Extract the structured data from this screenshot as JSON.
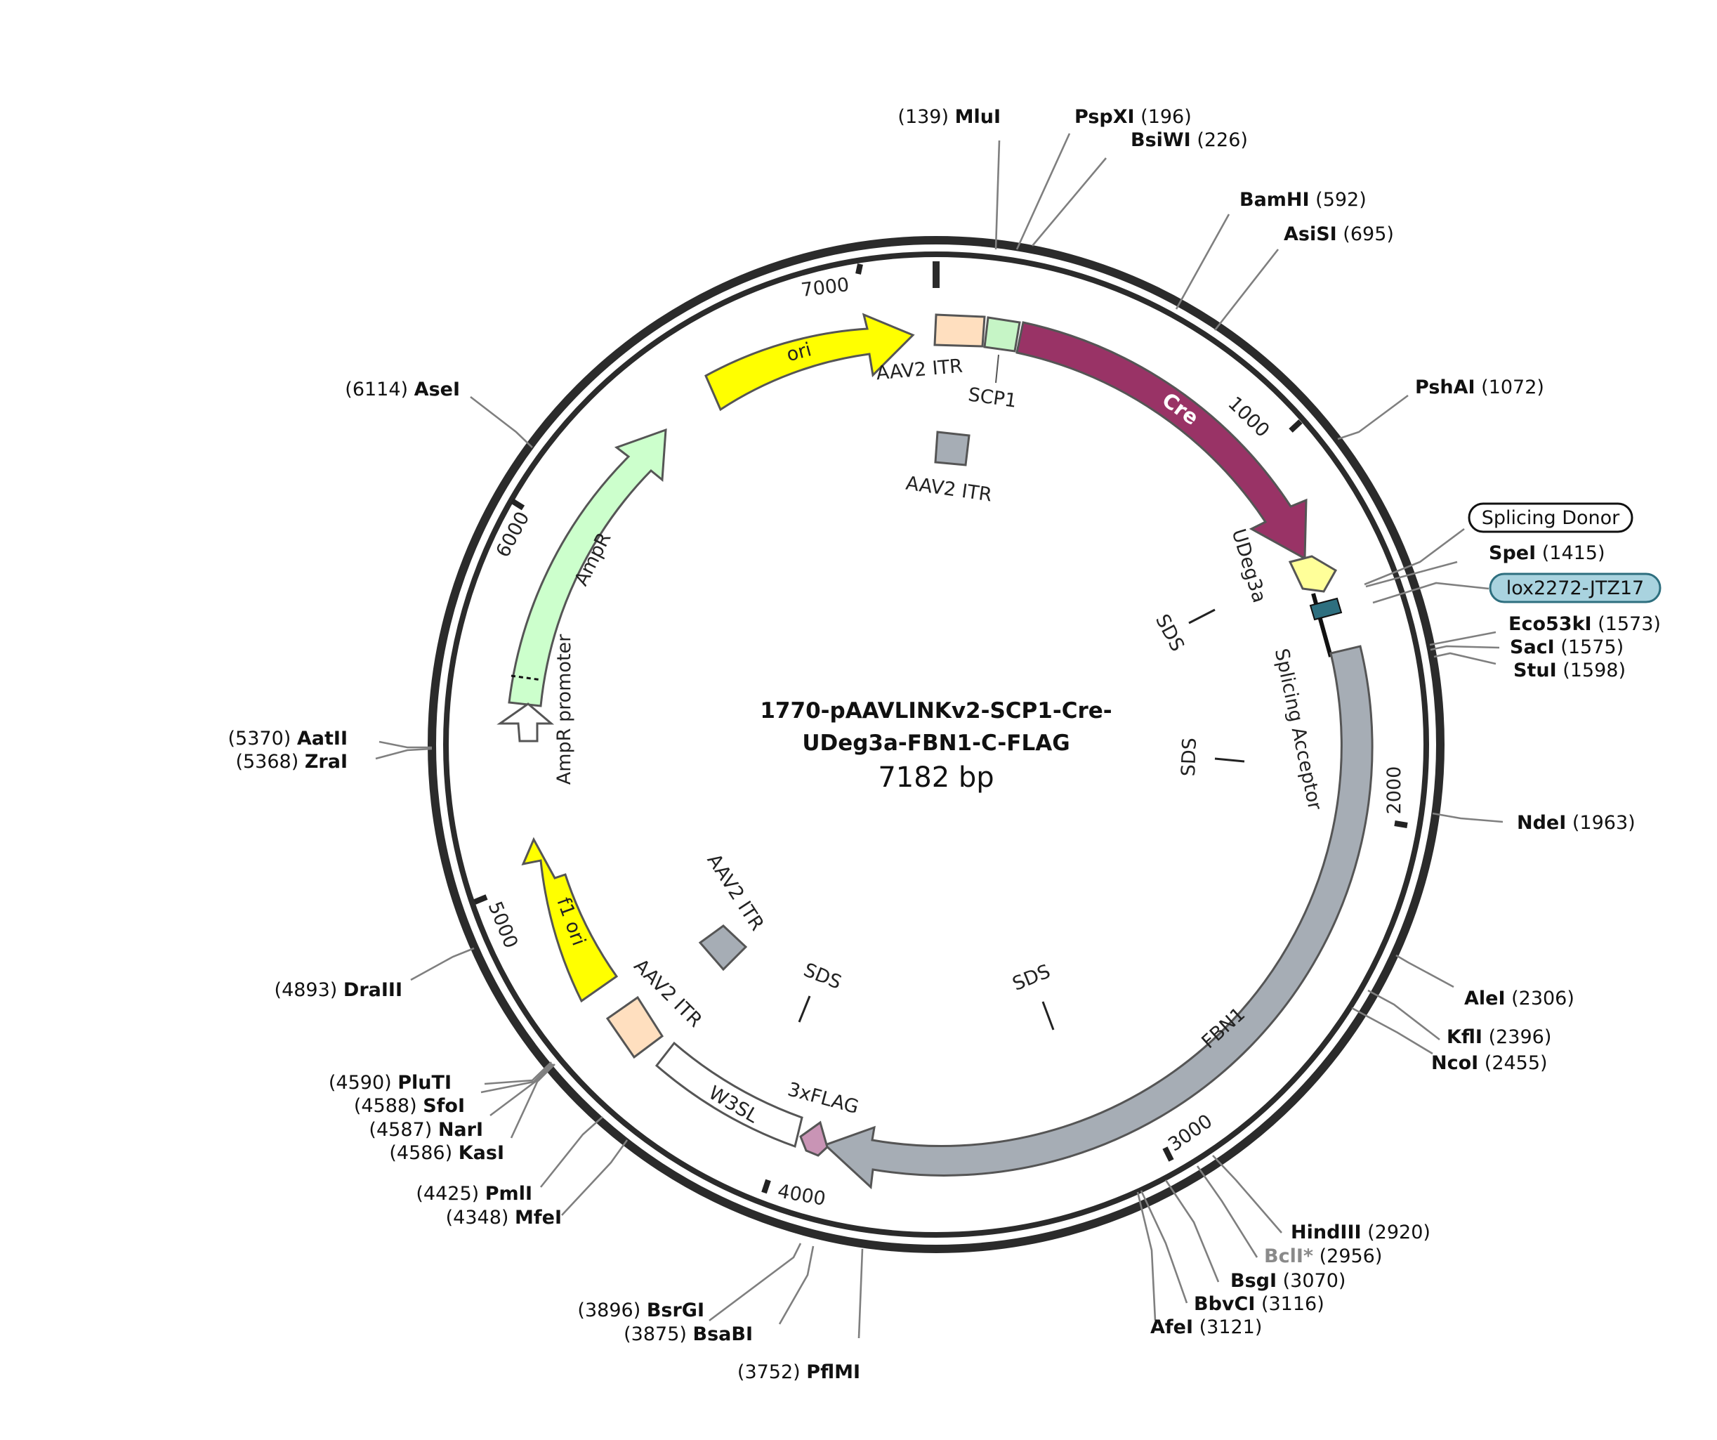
{
  "map": {
    "title_line1": "1770-pAAVLINKv2-SCP1-Cre-",
    "title_line2": "UDeg3a-FBN1-C-FLAG",
    "size": "7182 bp",
    "length_bp": 7182
  },
  "ticks": [
    {
      "pos": 1000,
      "label": "1000"
    },
    {
      "pos": 2000,
      "label": "2000"
    },
    {
      "pos": 3000,
      "label": "3000"
    },
    {
      "pos": 4000,
      "label": "4000"
    },
    {
      "pos": 5000,
      "label": "5000"
    },
    {
      "pos": 6000,
      "label": "6000"
    },
    {
      "pos": 7000,
      "label": "7000"
    }
  ],
  "sites": [
    {
      "name": "MluI",
      "pos": "139"
    },
    {
      "name": "PspXI",
      "pos": "196"
    },
    {
      "name": "BsiWI",
      "pos": "226"
    },
    {
      "name": "BamHI",
      "pos": "592"
    },
    {
      "name": "AsiSI",
      "pos": "695"
    },
    {
      "name": "PshAI",
      "pos": "1072"
    },
    {
      "name": "SpeI",
      "pos": "1415"
    },
    {
      "name": "Eco53kI",
      "pos": "1573"
    },
    {
      "name": "SacI",
      "pos": "1575"
    },
    {
      "name": "StuI",
      "pos": "1598"
    },
    {
      "name": "NdeI",
      "pos": "1963"
    },
    {
      "name": "AleI",
      "pos": "2306"
    },
    {
      "name": "KflI",
      "pos": "2396"
    },
    {
      "name": "NcoI",
      "pos": "2455"
    },
    {
      "name": "HindIII",
      "pos": "2920"
    },
    {
      "name": "BclI*",
      "pos": "2956"
    },
    {
      "name": "BsgI",
      "pos": "3070"
    },
    {
      "name": "BbvCI",
      "pos": "3116"
    },
    {
      "name": "AfeI",
      "pos": "3121"
    },
    {
      "name": "PflMI",
      "pos": "3752"
    },
    {
      "name": "BsaBI",
      "pos": "3875"
    },
    {
      "name": "BsrGI",
      "pos": "3896"
    },
    {
      "name": "MfeI",
      "pos": "4348"
    },
    {
      "name": "PmlI",
      "pos": "4425"
    },
    {
      "name": "KasI",
      "pos": "4586"
    },
    {
      "name": "NarI",
      "pos": "4587"
    },
    {
      "name": "SfoI",
      "pos": "4588"
    },
    {
      "name": "PluTI",
      "pos": "4590"
    },
    {
      "name": "DraIII",
      "pos": "4893"
    },
    {
      "name": "ZraI",
      "pos": "5368"
    },
    {
      "name": "AatII",
      "pos": "5370"
    },
    {
      "name": "AseI",
      "pos": "6114"
    }
  ],
  "callouts": {
    "splicing_donor": "Splicing Donor",
    "lox": "lox2272-JTZ17"
  },
  "features": {
    "ori": "ori",
    "aav2_itr": "AAV2 ITR",
    "scp1": "SCP1",
    "cre": "Cre",
    "udeg3a": "UDeg3a",
    "splicing_acceptor": "Splicing Acceptor",
    "fbn1": "FBN1",
    "flag": "3xFLAG",
    "w3sl": "W3SL",
    "f1_ori": "f1 ori",
    "ampr": "AmpR",
    "ampr_promoter": "AmpR promoter",
    "sds": "SDS"
  },
  "colors": {
    "backbone": "#2b2b2b",
    "ori": "#ffff00",
    "aav2_itr": "#ffdfbf",
    "scp1": "#c6f5c6",
    "cre": "#993366",
    "udeg3a": "#ffff99",
    "lox": "#2e6f7f",
    "fbn1": "#a6adb5",
    "flag": "#c994b5",
    "w3sl": "#ffffff",
    "f1_ori": "#ffff00",
    "ampr": "#ccffcc",
    "ampr_promoter": "#ffffff",
    "itr_box": "#a6adb5",
    "lox_callout": "#a9d3df"
  }
}
